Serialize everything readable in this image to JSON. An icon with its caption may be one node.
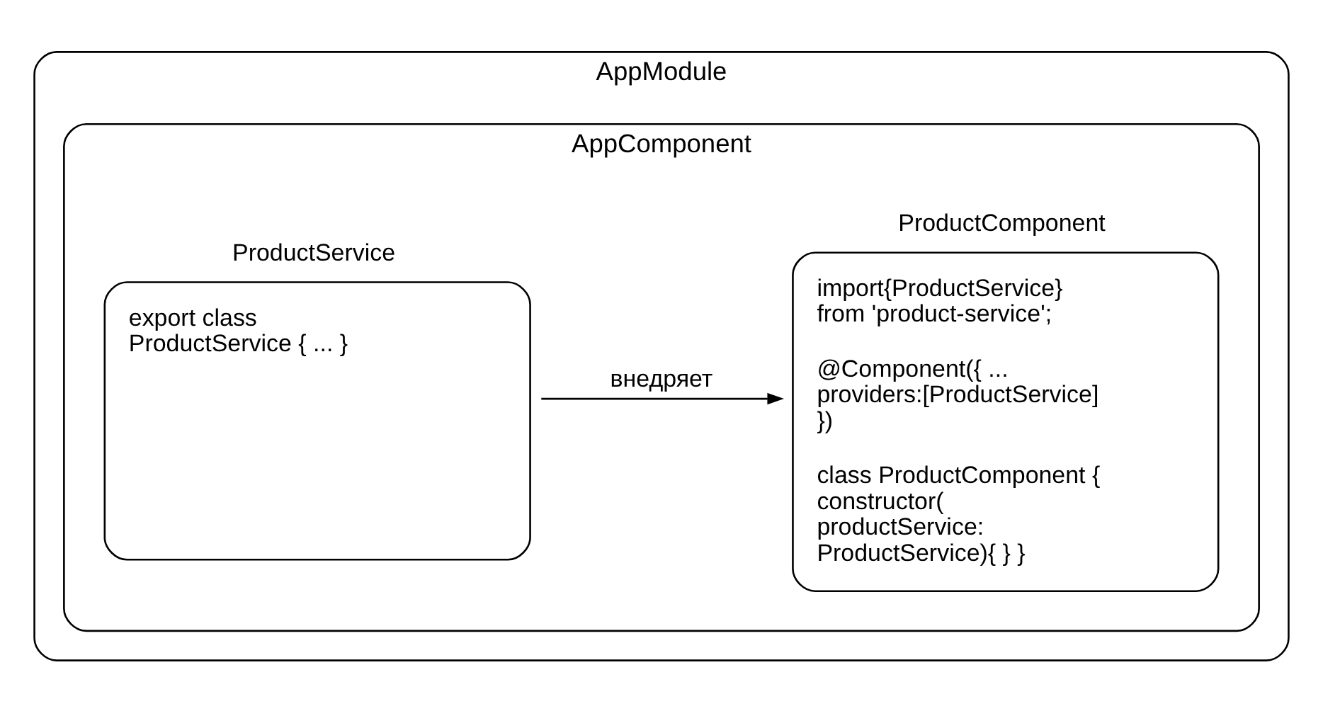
{
  "diagram": {
    "nodes": [
      {
        "text": [
          "AppModule"
        ]
      },
      {
        "text": [
          "AppComponent"
        ],
        "in": 0
      },
      {
        "text": [
          "ProductComponent",
          "import{ProductService} from 'product-service';",
          "@Component({ ... providers:[ProductService] })",
          "class ProductComponent { constructor( productService: ProductService){ } }"
        ],
        "in": 1
      },
      {
        "text": [
          "ProductService",
          "export class ProductService { ... }"
        ],
        "in": 1
      }
    ],
    "edges": [
      {
        "from": 3,
        "to": 2,
        "arrow": "to",
        "label": "внедряет"
      }
    ]
  }
}
